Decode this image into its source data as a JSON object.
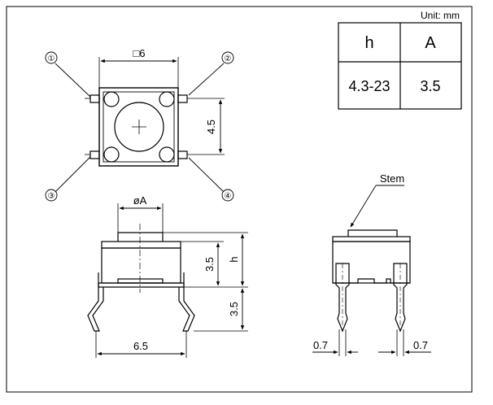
{
  "unit_label": "Unit: mm",
  "spec_table": {
    "headers": [
      "h",
      "A"
    ],
    "values": [
      "4.3-23",
      "3.5"
    ]
  },
  "pin_labels": [
    "①",
    "②",
    "③",
    "④"
  ],
  "top_view": {
    "width_label": "□6",
    "pin_pitch_label": "4.5"
  },
  "front_view": {
    "stem_diameter_label": "øA",
    "body_height_label": "3.5",
    "total_height_label": "h",
    "lead_length_label": "3.5",
    "lead_span_label": "6.5"
  },
  "side_view": {
    "stem_label": "Stem",
    "lead_width_left_label": "0.7",
    "lead_width_right_label": "0.7"
  }
}
